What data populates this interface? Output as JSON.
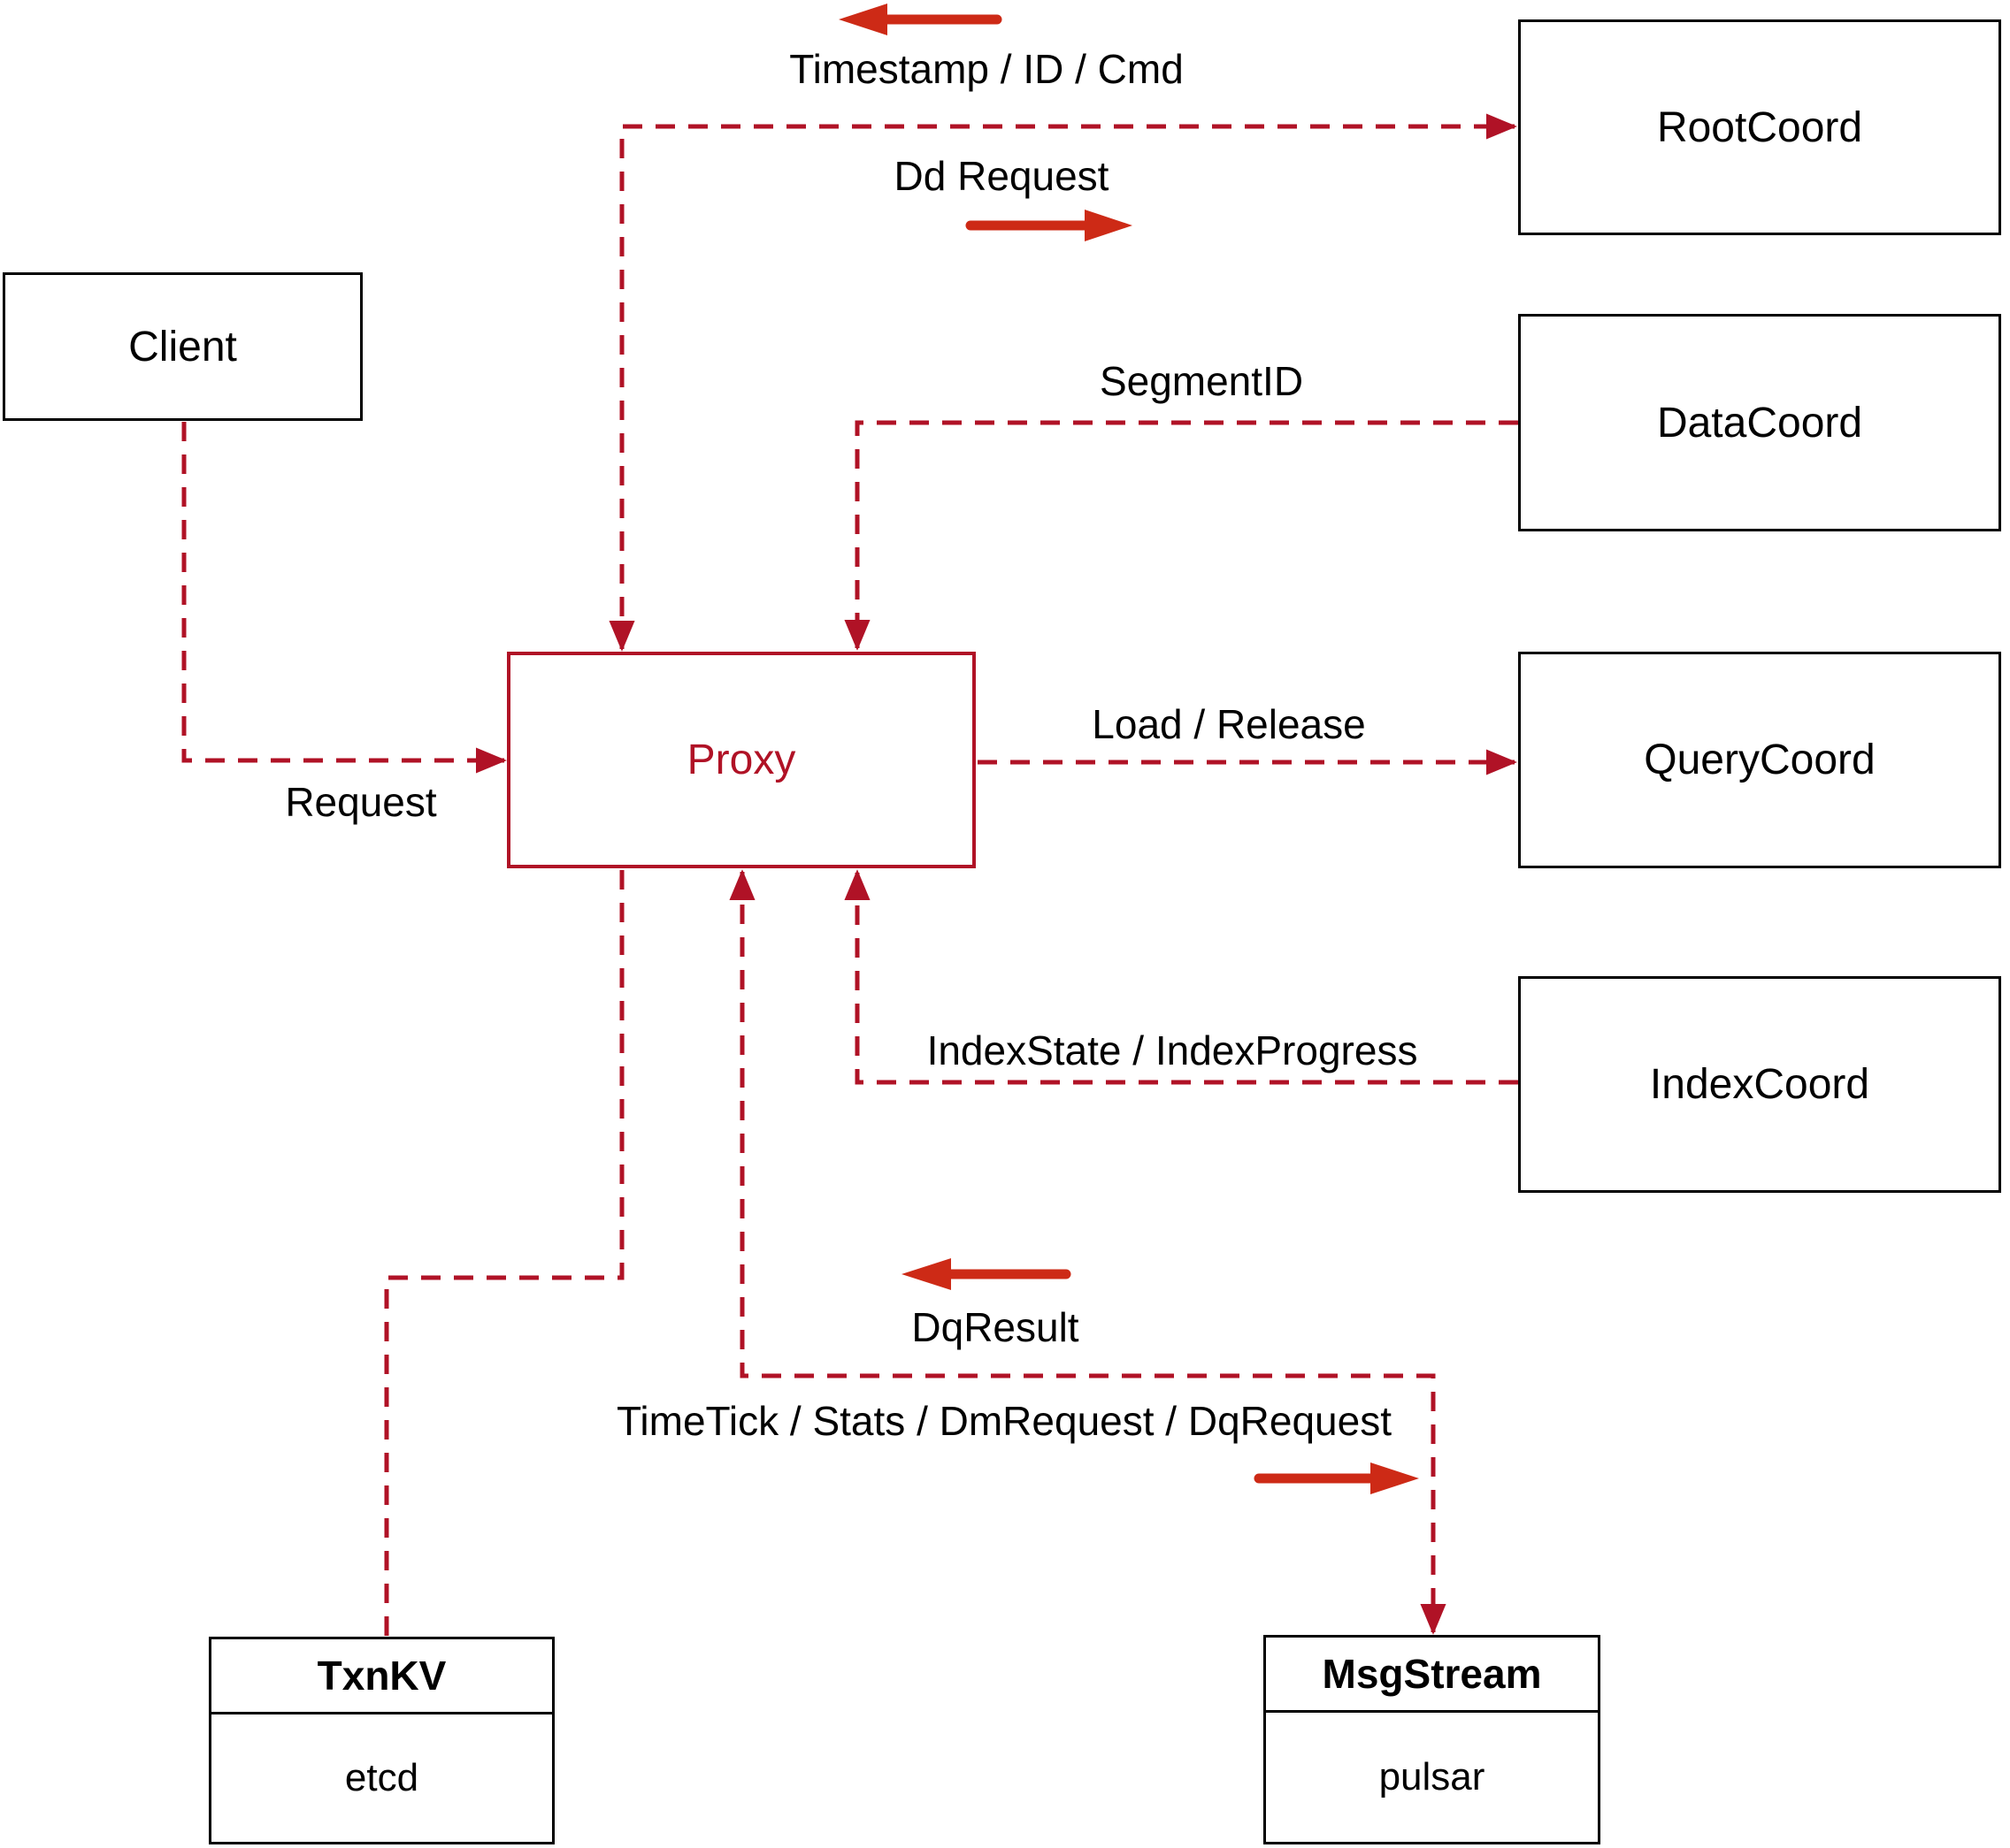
{
  "nodes": {
    "client": {
      "label": "Client"
    },
    "proxy": {
      "label": "Proxy"
    },
    "root_coord": {
      "label": "RootCoord"
    },
    "data_coord": {
      "label": "DataCoord"
    },
    "query_coord": {
      "label": "QueryCoord"
    },
    "index_coord": {
      "label": "IndexCoord"
    },
    "txn_kv": {
      "title": "TxnKV",
      "impl": "etcd"
    },
    "msg_stream": {
      "title": "MsgStream",
      "impl": "pulsar"
    }
  },
  "edge_labels": {
    "timestamp_id_cmd": "Timestamp / ID / Cmd",
    "dd_request": "Dd Request",
    "segment_id": "SegmentID",
    "request": "Request",
    "load_release": "Load / Release",
    "index_state_progress": "IndexState / IndexProgress",
    "dq_result": "DqResult",
    "time_tick_stats": "TimeTick / Stats / DmRequest / DqRequest"
  },
  "colors": {
    "line_red": "#b01226",
    "arrow_red": "#cd2a16",
    "box_border": "#000000",
    "text": "#000000",
    "background": "#ffffff"
  }
}
